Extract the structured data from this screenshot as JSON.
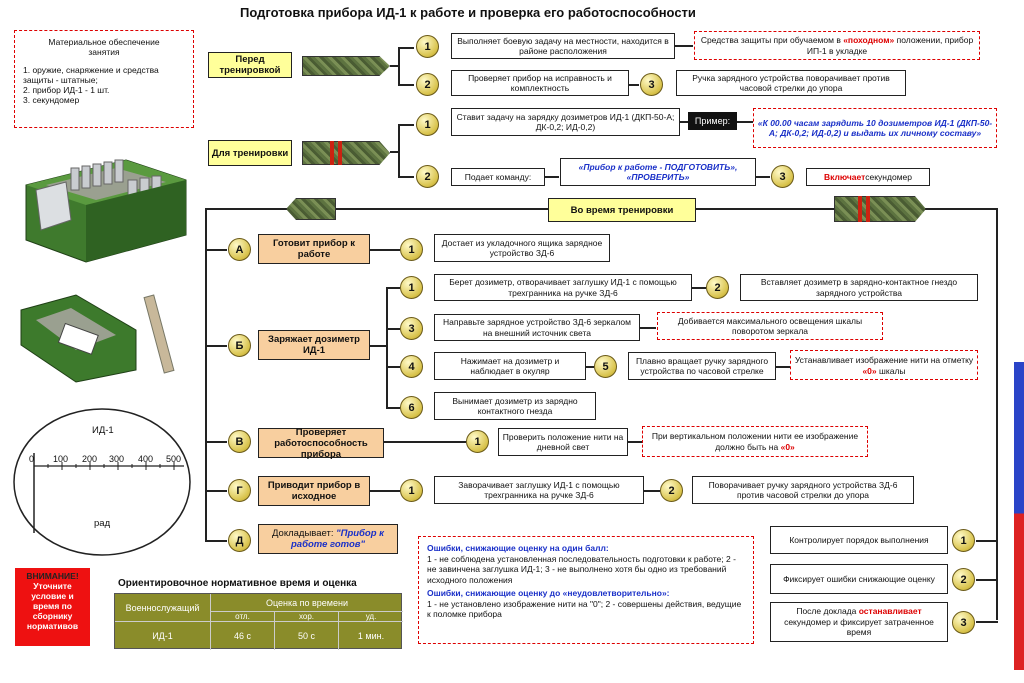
{
  "title": "Подготовка прибора ИД-1 к работе и проверка его работоспособности",
  "material": {
    "heading": "Материальное обеспечение занятия",
    "items": "1. оружие, снаряжение и средства защиты - штатные;\n2. прибор ИД-1 - 1 шт.\n3. секундомер"
  },
  "before": {
    "label": "Перед тренировкой",
    "n1": "1",
    "t1": "Выполняет боевую задачу на местности, находится в районе расположения",
    "r1a": "Средства защиты при обучаемом в ",
    "r1b": "«походном»",
    "r1c": " положении, прибор ИП-1 в укладке",
    "n2": "2",
    "t2": "Проверяет прибор на исправность и комплектность",
    "n3": "3",
    "t3": "Ручка зарядного устройства поворачивает против часовой стрелки до упора"
  },
  "lead": {
    "label": "Для тренировки",
    "n1": "1",
    "t1": "Ставит задачу на зарядку дозиметров ИД-1 (ДКП-50-А; ДК-0,2; ИД-0,2)",
    "example": "Пример:",
    "r1": "«К 00.00 часам зарядить 10 дозиметров ИД-1 (ДКП-50-А; ДК-0,2; ИД-0,2) и выдать их личному составу»",
    "n2": "2",
    "t2": "Подает команду:",
    "cmd": "«Прибор к работе - ПОДГОТОВИТЬ», «ПРОВЕРИТЬ»",
    "n3": "3",
    "t3a": "Включает",
    "t3b": " секундомер"
  },
  "during": "Во время тренировки",
  "A": {
    "letter": "А",
    "label": "Готовит прибор к работе",
    "n1": "1",
    "t1": "Достает из укладочного ящика зарядное устройство ЗД-6"
  },
  "B": {
    "letter": "Б",
    "label": "Заряжает дозиметр ИД-1",
    "n1": "1",
    "t1": "Берет дозиметр, отворачивает заглушку ИД-1 с помощью трехгранника на ручке ЗД-6",
    "n2": "2",
    "t2": "Вставляет дозиметр в зарядно-контактное гнездо зарядного устройства",
    "n3": "3",
    "t3": "Направьте зарядное устройство ЗД-6 зеркалом на внешний источник света",
    "r3": "Добивается максимального освещения шкалы поворотом зеркала",
    "n4": "4",
    "t4": "Нажимает на дозиметр и наблюдает в окуляр",
    "n5": "5",
    "t5": "Плавно вращает ручку зарядного устройства по часовой стрелке",
    "r5a": "Устанавливает изображение нити на отметку ",
    "r5b": "«0»",
    "r5c": " шкалы",
    "n6": "6",
    "t6": "Вынимает дозиметр из зарядно контактного гнезда"
  },
  "V": {
    "letter": "В",
    "label": "Проверяет работоспособность прибора",
    "n1": "1",
    "t1": "Проверить положение нити на дневной свет",
    "r1a": "При вертикальном положении нити ее изображение должно быть на ",
    "r1b": "«0»"
  },
  "G": {
    "letter": "Г",
    "label": "Приводит прибор в исходное",
    "n1": "1",
    "t1": "Заворачивает заглушку ИД-1 с помощью трехгранника на ручке ЗД-6",
    "n2": "2",
    "t2": "Поворачивает ручку зарядного устройства ЗД-6 против часовой стрелки до упора"
  },
  "D": {
    "letter": "Д",
    "label": "Докладывает: ",
    "quote": "\"Прибор к работе готов\""
  },
  "errors": {
    "h1": "Ошибки, снижающие оценку на один балл:",
    "t1": "1 - не соблюдена установленная последовательность подготовки к работе; 2 - не завинчена заглушка ИД-1; 3 - не выполнено хотя бы одно из требований исходного положения",
    "h2": "Ошибки, снижающие оценку до «неудовлетворительно»:",
    "t2": "1 - не установлено изображение нити на \"0\"; 2 - совершены действия, ведущие к поломке прибора"
  },
  "right": {
    "n1": "1",
    "t1": "Контролирует порядок выполнения",
    "n2": "2",
    "t2": "Фиксирует ошибки снижающие оценку",
    "n3": "3",
    "t3a": "После доклада ",
    "t3b": "останавливает",
    "t3c": " секундомер и фиксирует затраченное время"
  },
  "warning": {
    "h": "ВНИМАНИЕ!",
    "t": "Уточните условие и время по сборнику нормативов"
  },
  "norm": {
    "title": "Ориентировочное нормативное время и оценка",
    "col1": "Военнослужащий",
    "col2": "Оценка по времени",
    "g1": "отл.",
    "g2": "хор.",
    "g3": "уд.",
    "row": "ИД-1",
    "v1": "46 с",
    "v2": "50 с",
    "v3": "1 мин."
  },
  "scale": {
    "label": "ИД-1",
    "ticks": [
      "0",
      "100",
      "200",
      "300",
      "400",
      "500"
    ],
    "unit": "рад"
  }
}
